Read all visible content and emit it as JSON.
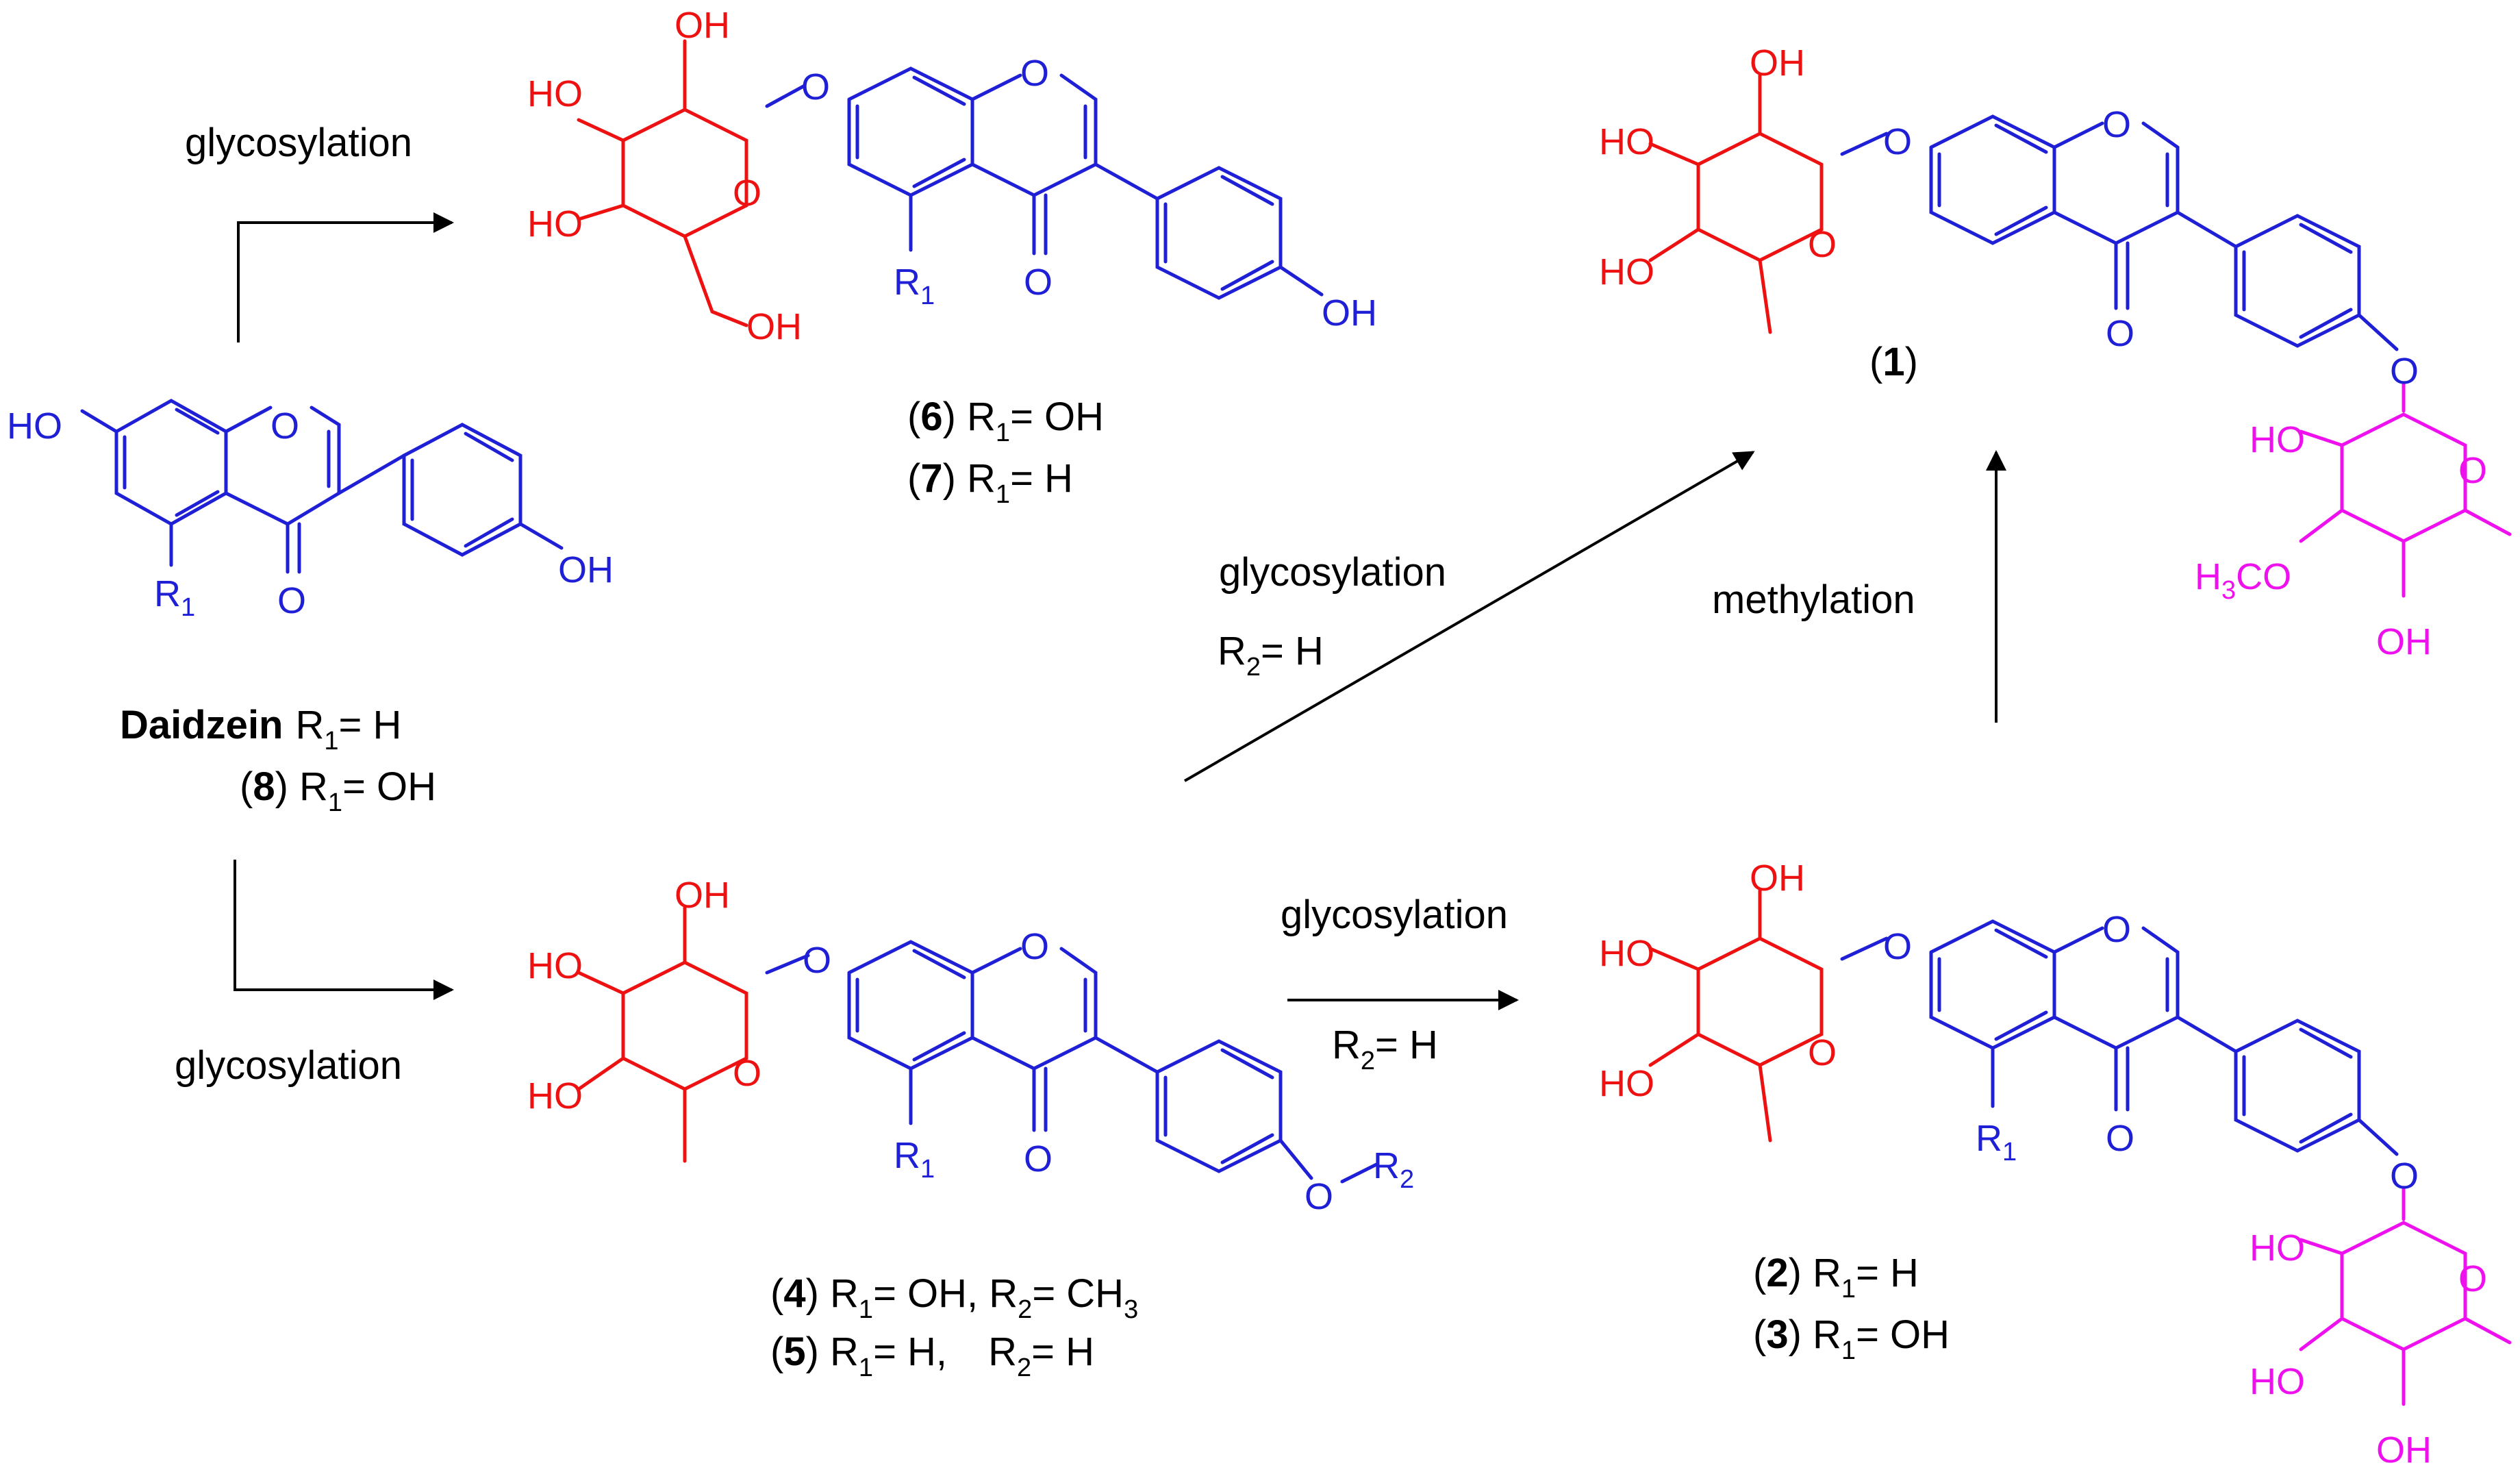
{
  "colors": {
    "aglycone": "#1f1fd6",
    "sugar": "#ee1111",
    "sugar2": "#ee11ee",
    "arrow": "#000000",
    "text": "#000000"
  },
  "atoms": {
    "O": "O",
    "OH": "OH",
    "HO": "HO",
    "R": "R",
    "one": "1",
    "two": "2",
    "three": "3",
    "OCH3_H": "H",
    "OCH3_CO": "CO",
    "sub1": "1",
    "sub2": "2",
    "sub3": "3"
  },
  "reactions": {
    "top_left": "glycosylation",
    "bottom_left": "glycosylation",
    "diagonal": "glycosylation",
    "diagonal_cond_r": "R",
    "diagonal_cond_tail": "= H",
    "bottom_middle": "glycosylation",
    "bottom_middle_cond_r": "R",
    "bottom_middle_cond_tail": "= H",
    "right": "methylation"
  },
  "labels": {
    "daidzein_name": "Daidzein",
    "daidzein_tail": "= H",
    "c8_num": "8",
    "c8_tail": "= OH",
    "c6_num": "6",
    "c6_tail": "= OH",
    "c7_num": "7",
    "c7_tail": "= H",
    "c1_num": "1",
    "c4_num": "4",
    "c4_tail1": "= OH, R",
    "c4_tail2": "= CH",
    "c5_num": "5",
    "c5_tail1": "= H,",
    "c5_tail2": "= H",
    "c2_num": "2",
    "c2_tail": "= H",
    "c3_num": "3",
    "c3_tail": "= OH"
  }
}
